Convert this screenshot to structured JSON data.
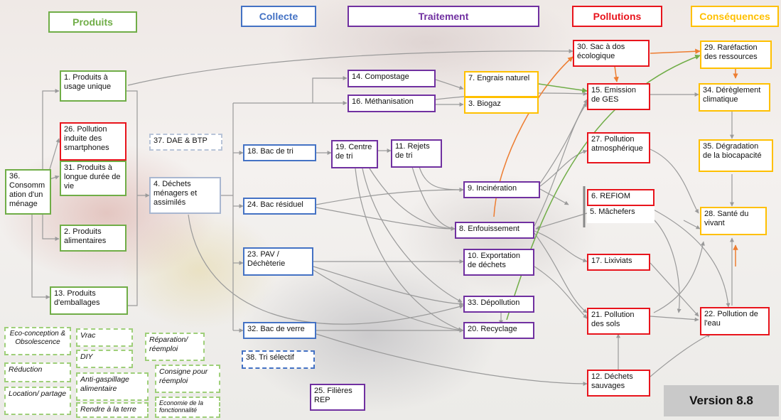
{
  "headers": {
    "produits": {
      "label": "Produits",
      "color": "#70ad47"
    },
    "collecte": {
      "label": "Collecte",
      "color": "#4472c4"
    },
    "traitement": {
      "label": "Traitement",
      "color": "#7030a0"
    },
    "pollutions": {
      "label": "Pollutions",
      "color": "#e8141c"
    },
    "consequences": {
      "label": "Conséquences",
      "color": "#ffc000"
    }
  },
  "nodes": {
    "n1": "1. Produits à usage unique",
    "n26": "26. Pollution induite des smartphones",
    "n31": "31. Produits à longue durée de vie",
    "n36": "36. Consommation d'un ménage",
    "n36_text": "36. Consomm ation d'un ménage",
    "n2": "2. Produits alimentaires",
    "n13": "13. Produits d'emballages",
    "n37": "37. DAE & BTP",
    "n4": "4. Déchets ménagers et assimilés",
    "n18": "18. Bac de tri",
    "n24": "24. Bac résiduel",
    "n23": "23. PAV / Déchèterie",
    "n32": "32. Bac de verre",
    "n38": "38. Tri sélectif",
    "n25": "25. Filières REP",
    "n14": "14. Compostage",
    "n16": "16. Méthanisation",
    "n7": "7. Engrais naturel",
    "n3": "3. Biogaz",
    "n19": "19. Centre de tri",
    "n11": "11. Rejets de tri",
    "n9": "9. Incinération",
    "n8": "8. Enfouissement",
    "n10": "10. Exportation de déchets",
    "n33": "33. Dépollution",
    "n20": "20. Recyclage",
    "n30": "30. Sac à dos écologique",
    "n15": "15. Emission de GES",
    "n27": "27. Pollution atmosphérique",
    "n6": "6. REFIOM",
    "n5": "5. Mâchefers",
    "n17": "17. Lixiviats",
    "n21": "21. Pollution des sols",
    "n12": "12. Déchets sauvages",
    "n29": "29. Raréfaction des ressources",
    "n34": "34. Dérèglement climatique",
    "n35": "35. Dégradation de la biocapacité",
    "n28": "28. Santé du vivant",
    "n22": "22. Pollution de l'eau"
  },
  "actions": {
    "ecoconception": "Eco-conception & Obsolescence",
    "vrac": "Vrac",
    "reparation": "Réparation/ réemploi",
    "diy": "DIY",
    "reduction": "Réduction",
    "antigaspi": "Anti-gaspillage alimentaire",
    "consigne": "Consigne pour réemploi",
    "location": "Location/ partage",
    "rendre": "Rendre à la terre",
    "economie": "Economie de la fonctionnalité"
  },
  "version": "Version 8.8",
  "colors": {
    "green": "#70ad47",
    "blue": "#4472c4",
    "purple": "#7030a0",
    "red": "#e8141c",
    "yellow": "#ffc000",
    "orange": "#ed7d31",
    "edge_grey": "#9a9a9a"
  }
}
